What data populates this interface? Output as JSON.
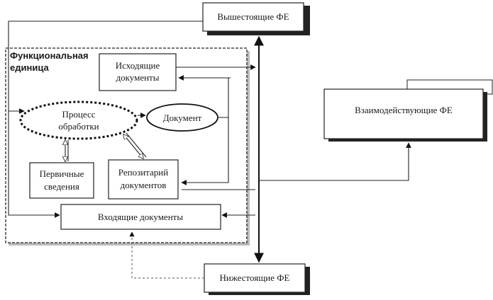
{
  "diagram": {
    "nodes": {
      "upper_fe": "Вышестоящие ФЕ",
      "lower_fe": "Нижестоящие ФЕ",
      "interacting_fe": "Взаимодействующие ФЕ",
      "functional_unit": [
        "Функциональная",
        "единица"
      ],
      "outgoing_docs": [
        "Исходящие",
        "документы"
      ],
      "process": [
        "Процесс",
        "обработки"
      ],
      "document": "Документ",
      "primary_info": [
        "Первичные",
        "сведения"
      ],
      "repository": [
        "Репозитарий",
        "документов"
      ],
      "incoming_docs": "Входящие документы"
    }
  }
}
